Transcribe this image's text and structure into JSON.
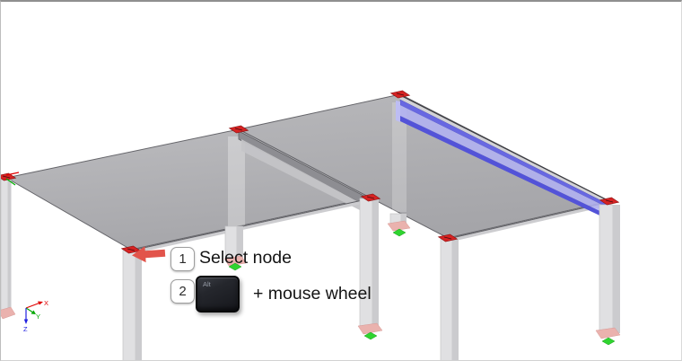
{
  "viewport": {
    "description": "3D structural model view with two roof slabs on columns, one beam selected (highlighted blue)",
    "axes": {
      "x": "X",
      "y": "Y",
      "z": "Z"
    }
  },
  "annotations": {
    "step1": {
      "number": "1",
      "label": "Select node"
    },
    "step2": {
      "number": "2",
      "key_label": "Alt",
      "label": "+ mouse wheel"
    }
  },
  "colors": {
    "node_red": "#d62222",
    "selected_beam_blue": "#5353d8",
    "selected_beam_web_blue": "#b2b2f3",
    "support_green": "#2fd42f",
    "support_base_pink": "#eab2ae",
    "slab_gray": "#afafb3",
    "ridge_beam_gray": "#8d8d92",
    "column_gray": "#dfdfe1",
    "arrow_red": "#e2544b",
    "axis_x_red": "#e00000",
    "axis_y_green": "#00a800",
    "axis_z_blue": "#2020e0"
  }
}
